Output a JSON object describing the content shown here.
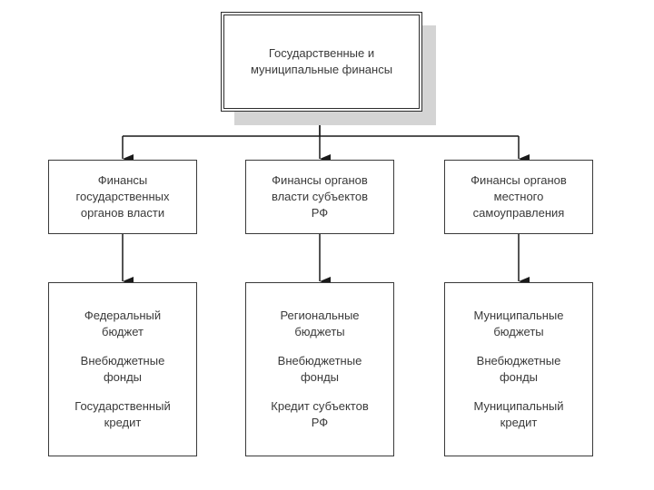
{
  "root": {
    "line1": "Государственные и",
    "line2": "муниципальные финансы"
  },
  "level1": [
    {
      "lines": [
        "Финансы",
        "государственных",
        "органов власти"
      ]
    },
    {
      "lines": [
        "Финансы органов",
        "власти субъектов",
        "РФ"
      ]
    },
    {
      "lines": [
        "Финансы органов",
        "местного",
        "самоуправления"
      ]
    }
  ],
  "level2": [
    {
      "groups": [
        [
          "Федеральный",
          "бюджет"
        ],
        [
          "Внебюджетные",
          "фонды"
        ],
        [
          "Государственный",
          "кредит"
        ]
      ]
    },
    {
      "groups": [
        [
          "Региональные",
          "бюджеты"
        ],
        [
          "Внебюджетные",
          "фонды"
        ],
        [
          "Кредит субъектов",
          "РФ"
        ]
      ]
    },
    {
      "groups": [
        [
          "Муниципальные",
          "бюджеты"
        ],
        [
          "Внебюджетные",
          "фонды"
        ],
        [
          "Муниципальный",
          "кредит"
        ]
      ]
    }
  ]
}
